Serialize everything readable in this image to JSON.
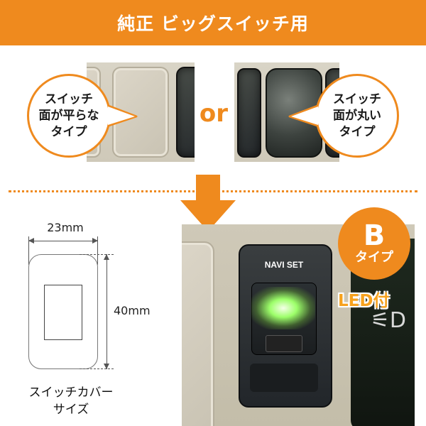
{
  "banner": {
    "title": "純正 ビッグスイッチ用"
  },
  "left_bubble": {
    "lines": [
      "スイッチ",
      "面が平らな",
      "タイプ"
    ]
  },
  "right_bubble": {
    "lines": [
      "スイッチ",
      "面が丸い",
      "タイプ"
    ]
  },
  "or_text": "or",
  "cover_dims": {
    "width_label": "23mm",
    "height_label": "40mm"
  },
  "cover_caption": {
    "line1": "スイッチカバー",
    "line2": "サイズ"
  },
  "product": {
    "switch_label": "NAVI SET",
    "badge_letter": "B",
    "badge_type": "タイプ",
    "led_label": "LED付"
  },
  "colors": {
    "accent": "#ef8a1e",
    "banner_text": "#ffffff",
    "led_glow": "#9dff6a"
  }
}
